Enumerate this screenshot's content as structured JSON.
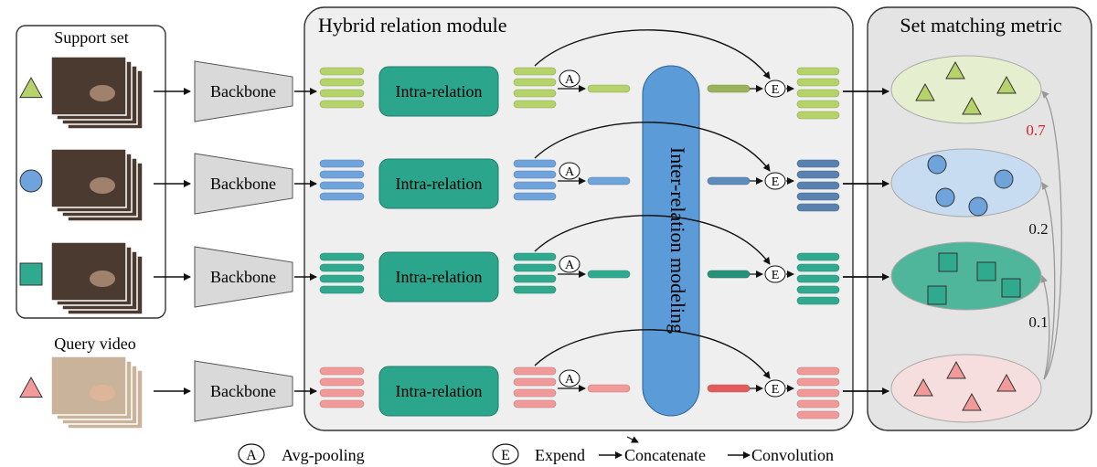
{
  "panels": {
    "support_set": "Support set",
    "query_video": "Query video",
    "hybrid_relation": "Hybrid relation module",
    "set_matching": "Set matching metric"
  },
  "backbone_label": "Backbone",
  "intra_label": "Intra-relation",
  "inter_label": "Inter-relation modeling",
  "op_avg": "A",
  "op_expand": "E",
  "similarities": [
    "0.7",
    "0.2",
    "0.1"
  ],
  "legend": {
    "avg_symbol": "A",
    "avg_text": "Avg-pooling",
    "expand_symbol": "E",
    "expand_text": "Expend",
    "concat_text": "Concatenate",
    "conv_text": "Convolution"
  },
  "colors": {
    "green": "#b5d36a",
    "blue": "#6fa3dc",
    "teal": "#2faa8e",
    "pink": "#f19a9a",
    "highlight_red": "#d9202a",
    "inter_blue": "#5b9bd8",
    "intra_teal": "#2ba58b"
  },
  "rows": [
    {
      "class": "triangle",
      "color": "green"
    },
    {
      "class": "circle",
      "color": "blue"
    },
    {
      "class": "square",
      "color": "teal"
    },
    {
      "class": "triangle",
      "color": "pink"
    }
  ]
}
